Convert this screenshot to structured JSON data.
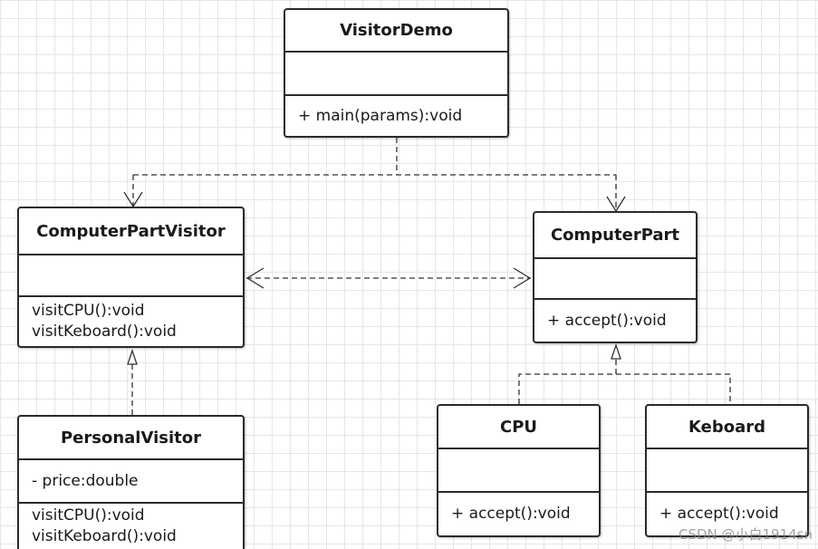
{
  "classes": {
    "visitor_demo": {
      "name": "VisitorDemo",
      "attributes": [],
      "operations": [
        "+ main(params):void"
      ]
    },
    "computer_part_visitor": {
      "name": "ComputerPartVisitor",
      "attributes": [],
      "operations": [
        "visitCPU():void",
        "visitKeboard():void"
      ]
    },
    "computer_part": {
      "name": "ComputerPart",
      "attributes": [],
      "operations": [
        "+ accept():void"
      ]
    },
    "personal_visitor": {
      "name": "PersonalVisitor",
      "attributes": [
        "- price:double"
      ],
      "operations": [
        "visitCPU():void",
        "visitKeboard():void"
      ]
    },
    "cpu": {
      "name": "CPU",
      "attributes": [],
      "operations": [
        "+ accept():void"
      ]
    },
    "keboard": {
      "name": "Keboard",
      "attributes": [],
      "operations": [
        "+ accept():void"
      ]
    }
  },
  "relationships": [
    {
      "from": "VisitorDemo",
      "to": "ComputerPartVisitor",
      "type": "dependency"
    },
    {
      "from": "VisitorDemo",
      "to": "ComputerPart",
      "type": "dependency"
    },
    {
      "from": "ComputerPartVisitor",
      "to": "ComputerPart",
      "type": "bidirectional-dependency"
    },
    {
      "from": "PersonalVisitor",
      "to": "ComputerPartVisitor",
      "type": "realization"
    },
    {
      "from": "CPU",
      "to": "ComputerPart",
      "type": "realization"
    },
    {
      "from": "Keboard",
      "to": "ComputerPart",
      "type": "realization"
    }
  ],
  "watermark": "CSDN @小白1914sn",
  "colors": {
    "grid": "#e6e6e6",
    "border": "#2b2b2b",
    "line": "#333333"
  }
}
